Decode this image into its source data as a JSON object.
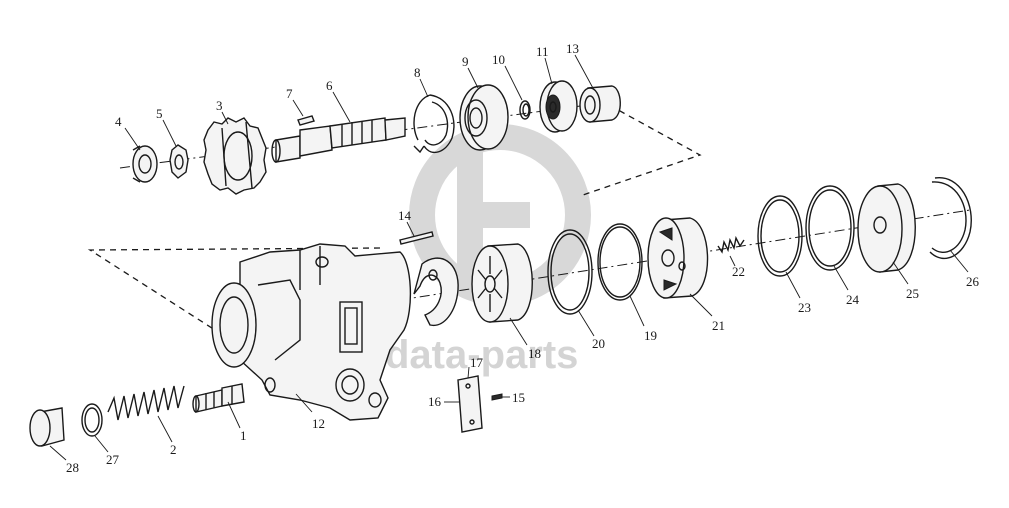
{
  "watermark": {
    "text": "data-parts"
  },
  "labels": [
    {
      "id": "4",
      "text": "4"
    },
    {
      "id": "5",
      "text": "5"
    },
    {
      "id": "3",
      "text": "3"
    },
    {
      "id": "7",
      "text": "7"
    },
    {
      "id": "6",
      "text": "6"
    },
    {
      "id": "8",
      "text": "8"
    },
    {
      "id": "9",
      "text": "9"
    },
    {
      "id": "10",
      "text": "10"
    },
    {
      "id": "11",
      "text": "11"
    },
    {
      "id": "13",
      "text": "13"
    },
    {
      "id": "14",
      "text": "14"
    },
    {
      "id": "22",
      "text": "22"
    },
    {
      "id": "23",
      "text": "23"
    },
    {
      "id": "24",
      "text": "24"
    },
    {
      "id": "25",
      "text": "25"
    },
    {
      "id": "26",
      "text": "26"
    },
    {
      "id": "21",
      "text": "21"
    },
    {
      "id": "19",
      "text": "19"
    },
    {
      "id": "20",
      "text": "20"
    },
    {
      "id": "18",
      "text": "18"
    },
    {
      "id": "17",
      "text": "17"
    },
    {
      "id": "16",
      "text": "16"
    },
    {
      "id": "15",
      "text": "15"
    },
    {
      "id": "12",
      "text": "12"
    },
    {
      "id": "1",
      "text": "1"
    },
    {
      "id": "2",
      "text": "2"
    },
    {
      "id": "27",
      "text": "27"
    },
    {
      "id": "28",
      "text": "28"
    }
  ]
}
